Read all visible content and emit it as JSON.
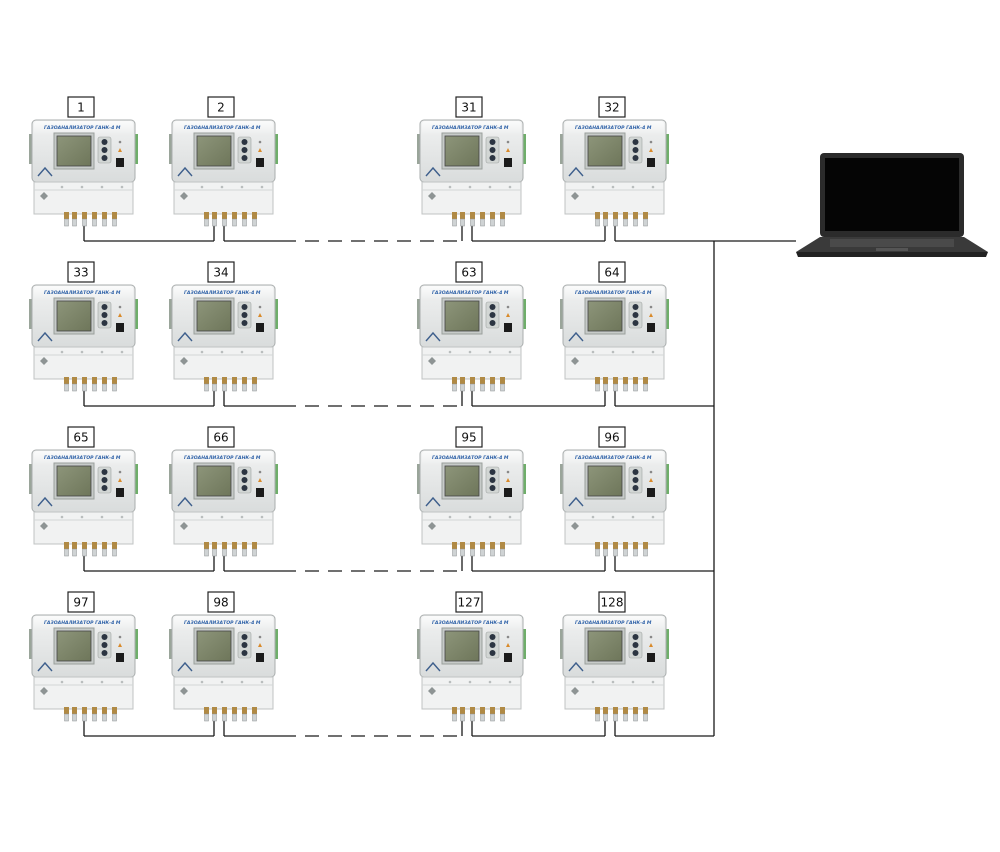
{
  "device_title": "ГАЗОАНАЛИЗАТОР ГАНК-4 М",
  "rows": [
    {
      "left": [
        "1",
        "2"
      ],
      "right": [
        "31",
        "32"
      ]
    },
    {
      "left": [
        "33",
        "34"
      ],
      "right": [
        "63",
        "64"
      ]
    },
    {
      "left": [
        "65",
        "66"
      ],
      "right": [
        "95",
        "96"
      ]
    },
    {
      "left": [
        "97",
        "98"
      ],
      "right": [
        "127",
        "128"
      ]
    }
  ],
  "icons": {
    "device": "gas-analyzer-icon",
    "computer": "laptop-icon"
  },
  "colors": {
    "device_body": "#e4e6e6",
    "screen": "#7d8566",
    "title": "#2f62a8",
    "laptop": "#2b2b2b",
    "wire": "#1a1a1a"
  }
}
